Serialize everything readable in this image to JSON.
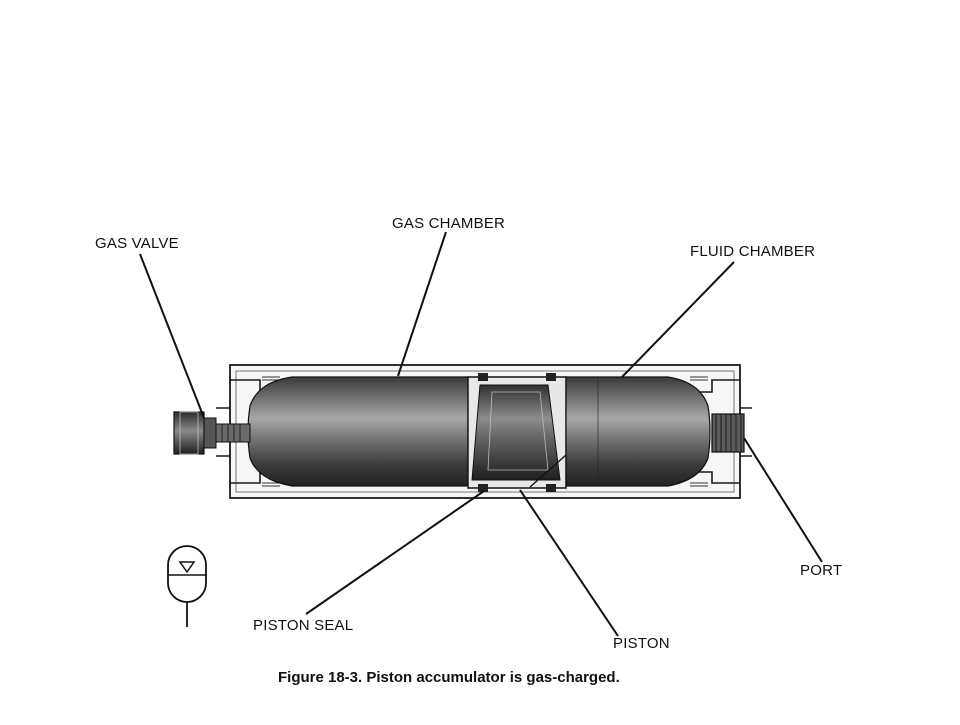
{
  "labels": {
    "gas_valve": "GAS VALVE",
    "gas_chamber": "GAS CHAMBER",
    "fluid_chamber": "FLUID CHAMBER",
    "piston_seal": "PISTON SEAL",
    "piston": "PISTON",
    "port": "PORT"
  },
  "caption": "Figure 18-3. Piston accumulator is gas-charged.",
  "colors": {
    "line": "#111111",
    "chamber_dark": "#2a2a2a",
    "chamber_light": "#9a9a9a",
    "housing": "#f4f4f4"
  }
}
